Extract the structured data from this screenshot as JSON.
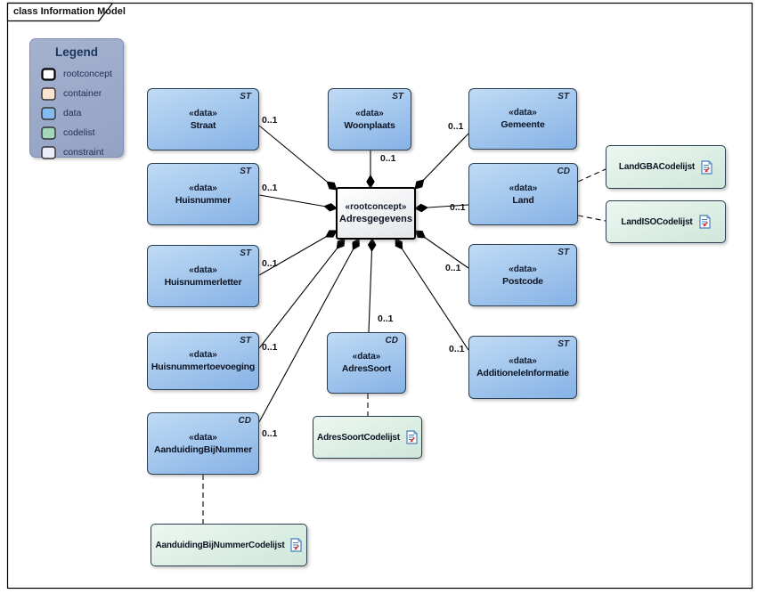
{
  "diagram": {
    "tab_label": "class Information Model"
  },
  "legend": {
    "title": "Legend",
    "items": [
      {
        "label": "rootconcept",
        "color": "#ffffff"
      },
      {
        "label": "container",
        "color": "#fbe3cf"
      },
      {
        "label": "data",
        "color": "#84baee"
      },
      {
        "label": "codelist",
        "color": "#a2d7bc"
      },
      {
        "label": "constraint",
        "color": "#ecedf9"
      }
    ]
  },
  "root_node": {
    "stereotype": "«rootconcept»",
    "name": "Adresgegevens"
  },
  "data_nodes": {
    "straat": {
      "stereotype": "«data»",
      "name": "Straat",
      "tag": "ST",
      "multiplicity": "0..1"
    },
    "huisnummer": {
      "stereotype": "«data»",
      "name": "Huisnummer",
      "tag": "ST",
      "multiplicity": "0..1"
    },
    "huisnummerletter": {
      "stereotype": "«data»",
      "name": "Huisnummerletter",
      "tag": "ST",
      "multiplicity": "0..1"
    },
    "huisnummertoevoeging": {
      "stereotype": "«data»",
      "name": "Huisnummertoevoeging",
      "tag": "ST",
      "multiplicity": "0..1"
    },
    "aanduidingbijnummer": {
      "stereotype": "«data»",
      "name": "AanduidingBijNummer",
      "tag": "CD",
      "multiplicity": "0..1"
    },
    "woonplaats": {
      "stereotype": "«data»",
      "name": "Woonplaats",
      "tag": "ST",
      "multiplicity": "0..1"
    },
    "adressoort": {
      "stereotype": "«data»",
      "name": "AdresSoort",
      "tag": "CD",
      "multiplicity": "0..1"
    },
    "gemeente": {
      "stereotype": "«data»",
      "name": "Gemeente",
      "tag": "ST",
      "multiplicity": "0..1"
    },
    "land": {
      "stereotype": "«data»",
      "name": "Land",
      "tag": "CD",
      "multiplicity": "0..1"
    },
    "postcode": {
      "stereotype": "«data»",
      "name": "Postcode",
      "tag": "ST",
      "multiplicity": "0..1"
    },
    "additioneleinformatie": {
      "stereotype": "«data»",
      "name": "AdditioneleInformatie",
      "tag": "ST",
      "multiplicity": "0..1"
    }
  },
  "codelist_nodes": {
    "landgba": {
      "name": "LandGBACodelijst",
      "icon": "document-icon"
    },
    "landiso": {
      "name": "LandISOCodelijst",
      "icon": "document-icon"
    },
    "adressoortcl": {
      "name": "AdresSoortCodelijst",
      "icon": "document-icon"
    },
    "aanduidingcl": {
      "name": "AanduidingBijNummerCodelijst",
      "icon": "document-icon"
    }
  },
  "colors": {
    "data_fill_top": "#c0dbf4",
    "data_fill_bottom": "#86b2e6",
    "codelist_fill_top": "#ecf7f1",
    "codelist_fill_bottom": "#cfe7da",
    "rootconcept_fill": "#ffffff",
    "container_fill": "#fbe3cf",
    "constraint_fill": "#ecedf9",
    "legend_fill": "#9aa8c8",
    "node_border": "#2c3e50",
    "line_color": "#000000"
  }
}
